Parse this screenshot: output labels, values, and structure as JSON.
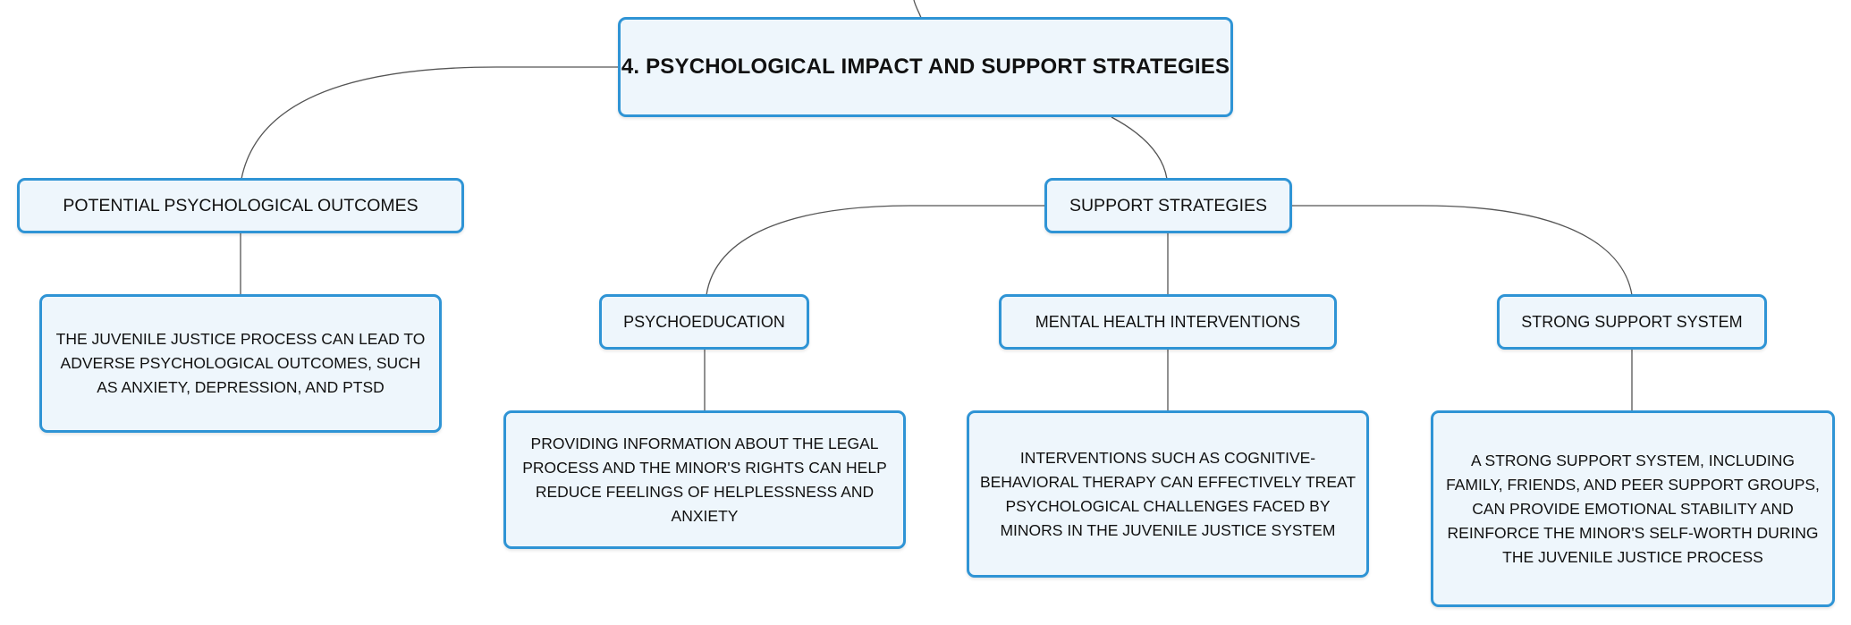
{
  "root": {
    "label": "4. PSYCHOLOGICAL IMPACT AND SUPPORT STRATEGIES"
  },
  "outcomes": {
    "label": "POTENTIAL PSYCHOLOGICAL OUTCOMES",
    "detail": "THE JUVENILE JUSTICE PROCESS CAN LEAD TO ADVERSE PSYCHOLOGICAL OUTCOMES, SUCH AS ANXIETY, DEPRESSION, AND PTSD"
  },
  "strategies": {
    "label": "SUPPORT STRATEGIES",
    "children": [
      {
        "label": "PSYCHOEDUCATION",
        "detail": "PROVIDING INFORMATION ABOUT THE LEGAL PROCESS AND THE MINOR'S RIGHTS CAN HELP REDUCE FEELINGS OF HELPLESSNESS AND ANXIETY"
      },
      {
        "label": "MENTAL HEALTH INTERVENTIONS",
        "detail": "INTERVENTIONS SUCH AS COGNITIVE-BEHAVIORAL THERAPY CAN EFFECTIVELY TREAT PSYCHOLOGICAL CHALLENGES FACED BY MINORS IN THE JUVENILE JUSTICE SYSTEM"
      },
      {
        "label": "STRONG SUPPORT SYSTEM",
        "detail": "A STRONG SUPPORT SYSTEM, INCLUDING FAMILY, FRIENDS, AND PEER SUPPORT GROUPS, CAN PROVIDE EMOTIONAL STABILITY AND REINFORCE THE MINOR'S SELF-WORTH DURING THE JUVENILE JUSTICE PROCESS"
      }
    ]
  },
  "colors": {
    "node_border": "#2f94d5",
    "node_fill": "#eef6fc",
    "connector": "#555555",
    "text": "#111111"
  }
}
